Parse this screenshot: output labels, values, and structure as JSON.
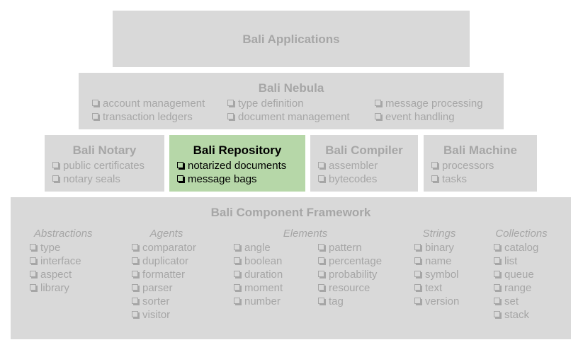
{
  "applications": {
    "title": "Bali Applications"
  },
  "nebula": {
    "title": "Bali Nebula",
    "items": [
      "account management",
      "transaction ledgers",
      "type definition",
      "document management",
      "message processing",
      "event handling"
    ]
  },
  "notary": {
    "title": "Bali Notary",
    "items": [
      "public certificates",
      "notary seals"
    ]
  },
  "repository": {
    "title": "Bali Repository",
    "items": [
      "notarized documents",
      "message bags"
    ]
  },
  "compiler": {
    "title": "Bali Compiler",
    "items": [
      "assembler",
      "bytecodes"
    ]
  },
  "machine": {
    "title": "Bali Machine",
    "items": [
      "processors",
      "tasks"
    ]
  },
  "framework": {
    "title": "Bali Component Framework",
    "groups": {
      "abstractions": {
        "title": "Abstractions",
        "items": [
          "type",
          "interface",
          "aspect",
          "library"
        ]
      },
      "agents": {
        "title": "Agents",
        "items": [
          "comparator",
          "duplicator",
          "formatter",
          "parser",
          "sorter",
          "visitor"
        ]
      },
      "elements": {
        "title": "Elements",
        "items": [
          "angle",
          "boolean",
          "duration",
          "moment",
          "number",
          "pattern",
          "percentage",
          "probability",
          "resource",
          "tag"
        ]
      },
      "strings": {
        "title": "Strings",
        "items": [
          "binary",
          "name",
          "symbol",
          "text",
          "version"
        ]
      },
      "collections": {
        "title": "Collections",
        "items": [
          "catalog",
          "list",
          "queue",
          "range",
          "set",
          "stack"
        ]
      }
    }
  },
  "colors": {
    "box_fill": "#d9d9d9",
    "box_text": "#a6a6a6",
    "highlight_fill": "#b6d7a8",
    "highlight_text": "#000000"
  }
}
